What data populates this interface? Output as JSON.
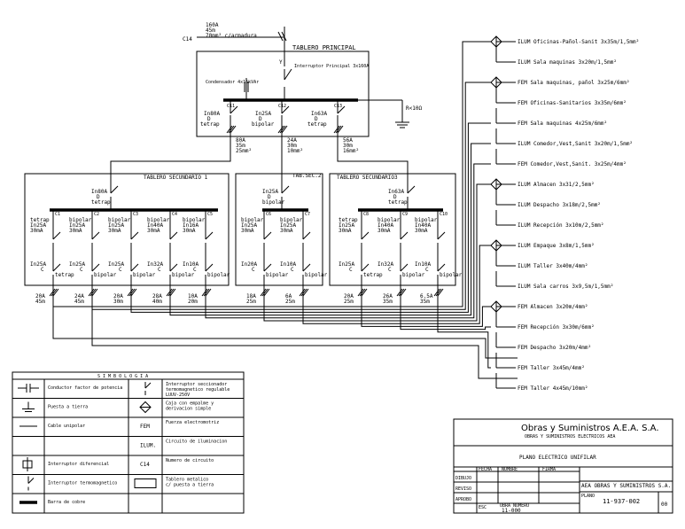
{
  "supply": {
    "line1": "160A",
    "line2": "45m",
    "line3": "70mm² c/armadura",
    "circuit": "C14"
  },
  "main_board": {
    "title": "TABLERO PRINCIPAL",
    "main_breaker": "Interruptor Principal 3x160A",
    "capacitor": "Condensador 4x15kVAr",
    "ground": "R<10Ω",
    "circuits": [
      {
        "id": "C11",
        "rating": "In80A",
        "type1": "D",
        "type2": "tetrap",
        "cable1": "80A",
        "cable2": "35m",
        "cable3": "25mm²"
      },
      {
        "id": "C12",
        "rating": "In25A",
        "type1": "D",
        "type2": "bipolar",
        "cable1": "24A",
        "cable2": "30m",
        "cable3": "10mm²"
      },
      {
        "id": "C13",
        "rating": "In63A",
        "type1": "D",
        "type2": "tetrap",
        "cable1": "56A",
        "cable2": "30m",
        "cable3": "16mm²"
      }
    ]
  },
  "sub1": {
    "title": "TABLERO SECUNDARIO 1",
    "main": {
      "rating": "In80A",
      "type1": "D",
      "type2": "tetrap"
    },
    "circuits": [
      {
        "id": "C1",
        "d1": "tetrap",
        "d2": "In25A",
        "d3": "30mA",
        "br": "In25A",
        "bt": "C",
        "bt2": "tetrap",
        "c1": "20A",
        "c2": "45m"
      },
      {
        "id": "C2",
        "d1": "bipolar",
        "d2": "In25A",
        "d3": "30mA",
        "br": "In25A",
        "bt": "C",
        "bt2": "bipolar",
        "c1": "24A",
        "c2": "45m"
      },
      {
        "id": "C3",
        "d1": "bipolar",
        "d2": "In25A",
        "d3": "30mA",
        "br": "In25A",
        "bt": "C",
        "bt2": "bipolar",
        "c1": "20A",
        "c2": "30m"
      },
      {
        "id": "C4",
        "d1": "bipolar",
        "d2": "In40A",
        "d3": "30mA",
        "br": "In32A",
        "bt": "C",
        "bt2": "bipolar",
        "c1": "28A",
        "c2": "40m"
      },
      {
        "id": "C5",
        "d1": "bipolar",
        "d2": "In16A",
        "d3": "30mA",
        "br": "In10A",
        "bt": "C",
        "bt2": "bipolar",
        "c1": "10A",
        "c2": "20m"
      }
    ]
  },
  "sub2": {
    "title": "TAB.SEC.2",
    "main": {
      "rating": "In25A",
      "type1": "D",
      "type2": "bipolar"
    },
    "circuits": [
      {
        "id": "C6",
        "d1": "bipolar",
        "d2": "In25A",
        "d3": "30mA",
        "br": "In20A",
        "bt": "C",
        "bt2": "bipolar",
        "c1": "18A",
        "c2": "25m"
      },
      {
        "id": "C7",
        "d1": "bipolar",
        "d2": "In25A",
        "d3": "30mA",
        "br": "In10A",
        "bt": "C",
        "bt2": "bipolar",
        "c1": "6A",
        "c2": "25m"
      }
    ]
  },
  "sub3": {
    "title": "TABLERO SECUNDARIO3",
    "main": {
      "rating": "In63A",
      "type1": "D",
      "type2": "tetrap"
    },
    "circuits": [
      {
        "id": "C8",
        "d1": "tetrap",
        "d2": "In25A",
        "d3": "30mA",
        "br": "In25A",
        "bt": "C",
        "bt2": "tetrap",
        "c1": "20A",
        "c2": "25m"
      },
      {
        "id": "C9",
        "d1": "bipolar",
        "d2": "In40A",
        "d3": "30mA",
        "br": "In32A",
        "bt": "C",
        "bt2": "bipolar",
        "c1": "26A",
        "c2": "35m"
      },
      {
        "id": "C10",
        "d1": "bipolar",
        "d2": "In40A",
        "d3": "30mA",
        "br": "In10A",
        "bt": "C",
        "bt2": "bipolar",
        "c1": "6.5A",
        "c2": "35m"
      }
    ]
  },
  "loads": [
    {
      "text": "ILUM Oficinas-Pañol-Sanit 3x35m/1,5mm²",
      "box": true
    },
    {
      "text": "ILUM Sala maquinas 3x20m/1,5mm²",
      "box": false
    },
    {
      "text": "FEM Sala maquinas, pañol 3x25m/6mm²",
      "box": true
    },
    {
      "text": "FEM Oficinas-Sanitarios 3x35m/6mm²",
      "box": false
    },
    {
      "text": "FEM Sala maquinas 4x25m/6mm²",
      "box": false
    },
    {
      "text": "ILUM Comedor,Vest,Sanit 3x20m/1,5mm²",
      "box": false
    },
    {
      "text": "FEM Comedor,Vest,Sanit. 3x25m/4mm²",
      "box": false
    },
    {
      "text": "ILUM Almacen 3x31/2,5mm²",
      "box": true
    },
    {
      "text": "ILUM Despacho 3x18m/2,5mm²",
      "box": false
    },
    {
      "text": "ILUM Recepción 3x10m/2,5mm²",
      "box": false
    },
    {
      "text": "ILUM Empaque 3x8m/1,5mm²",
      "box": true
    },
    {
      "text": "ILUM Taller 3x40m/4mm²",
      "box": false
    },
    {
      "text": "ILUM Sala carros 3x9,5m/1,5mm²",
      "box": false
    },
    {
      "text": "FEM Almacen 3x20m/4mm²",
      "box": true
    },
    {
      "text": "FEM Recepción 3x30m/6mm²",
      "box": false
    },
    {
      "text": "FEM Despacho 3x20m/4mm²",
      "box": false
    },
    {
      "text": "FEM Taller 3x45m/4mm²",
      "box": false
    },
    {
      "text": "FEM Taller 4x45m/10mm²",
      "box": false
    }
  ],
  "legend": {
    "title": "S I M B O L O G I A",
    "rows": [
      {
        "l": "Conductor factor de potencia",
        "r1": "Interruptor seccionador",
        "r2": "termomagnetico regulable",
        "r3": "LUUV-250V"
      },
      {
        "l": "Puesta a tierra",
        "r1": "Caja con empalme y",
        "r2": "derivacion simple",
        "r3": ""
      },
      {
        "l": "Cable unipolar",
        "k": "FEM",
        "r1": "Fuerza electromotriz",
        "r2": "",
        "r3": ""
      },
      {
        "l": "",
        "k": "ILUM.",
        "r1": "Circuito de iluminacion",
        "r2": "",
        "r3": ""
      },
      {
        "l": "Interruptor diferencial",
        "k": "C14",
        "r1": "Numero de circuito",
        "r2": "",
        "r3": ""
      },
      {
        "l": "Interruptor termomagnetico",
        "r1": "Tablero metalico",
        "r2": "c/ puesta a tierra",
        "r3": ""
      },
      {
        "l": "Barra de cobre",
        "r1": "",
        "r2": "",
        "r3": ""
      }
    ]
  },
  "title_block": {
    "company": "Obras y Suministros A.E.A. S.A.",
    "sub": "OBRAS Y SUMINISTROS ELECTRICOS AEA",
    "drawing": "PLANO ELECTRICO UNIFILAR",
    "client": "AEA OBRAS Y SUMINISTROS S.A.",
    "plano_label": "PLANO",
    "plano_no": "11-937-002",
    "rev": "00",
    "date_label": "FECHA",
    "name_label": "NOMBRE",
    "sign_label": "FIRMA",
    "dibujo": "DIBUJO",
    "revisado": "REVISO",
    "aprobado": "APROBO",
    "escala": "ESC",
    "sub_no_label": "OBRA NUMERO",
    "sub_no": "11-000"
  }
}
